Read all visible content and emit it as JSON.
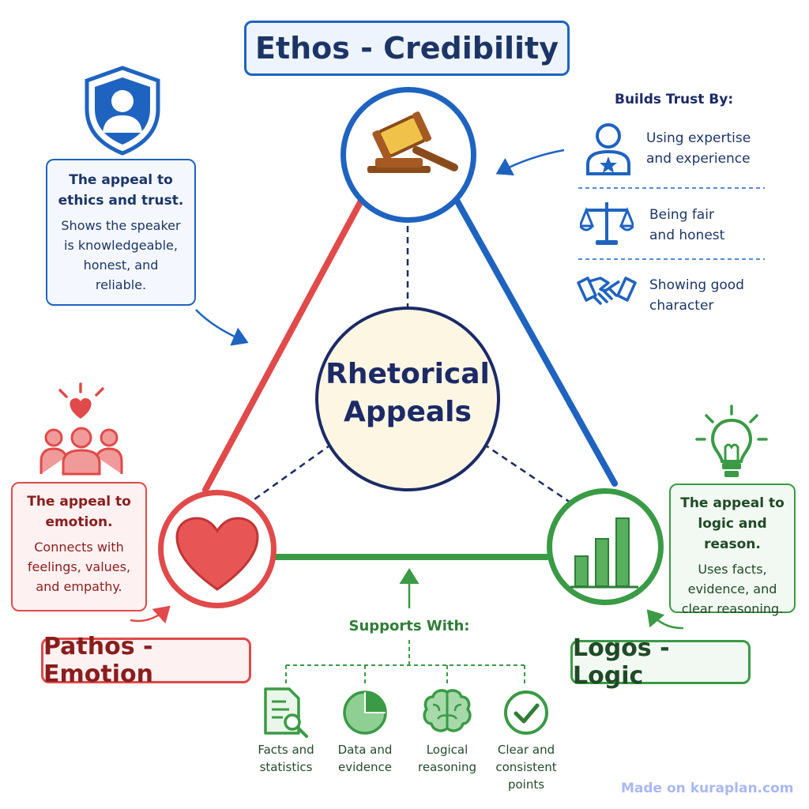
{
  "center": {
    "line1": "Rhetorical",
    "line2": "Appeals"
  },
  "ethos": {
    "title": "Ethos - Credibility",
    "box_head_1": "The appeal to",
    "box_head_2": "ethics and trust.",
    "box_body_1": "Shows the speaker",
    "box_body_2": "is knowledgeable,",
    "box_body_3": "honest, and",
    "box_body_4": "reliable.",
    "trust_heading": "Builds Trust By:",
    "trust_items": [
      {
        "line1": "Using expertise",
        "line2": "and experience"
      },
      {
        "line1": "Being fair",
        "line2": "and honest"
      },
      {
        "line1": "Showing good",
        "line2": "character"
      }
    ]
  },
  "pathos": {
    "title": "Pathos - Emotion",
    "box_head_1": "The appeal to",
    "box_head_2": "emotion.",
    "box_body_1": "Connects with",
    "box_body_2": "feelings, values,",
    "box_body_3": "and empathy."
  },
  "logos": {
    "title": "Logos - Logic",
    "box_head_1": "The appeal to",
    "box_head_2": "logic and reason.",
    "box_body_1": "Uses facts,",
    "box_body_2": "evidence, and",
    "box_body_3": "clear reasoning.",
    "supports_heading": "Supports With:",
    "supports": [
      {
        "line1": "Facts and",
        "line2": "statistics",
        "line3": ""
      },
      {
        "line1": "Data and",
        "line2": "evidence",
        "line3": ""
      },
      {
        "line1": "Logical",
        "line2": "reasoning",
        "line3": ""
      },
      {
        "line1": "Clear and",
        "line2": "consistent",
        "line3": "points"
      }
    ]
  },
  "watermark": "Made on kuraplan.com",
  "colors": {
    "ethos": "#1f63c0",
    "pathos": "#e04a4a",
    "logos": "#3a9a45",
    "center_fill": "#fdf6e3",
    "center_stroke": "#1c2a66"
  }
}
